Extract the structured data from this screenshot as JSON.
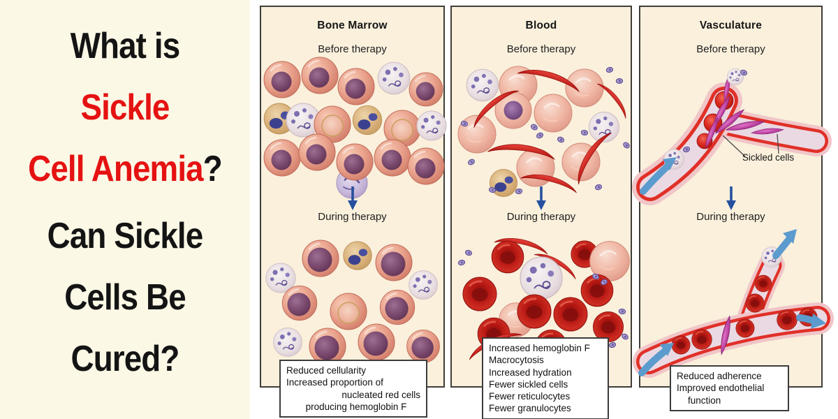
{
  "title_block": {
    "background": "#fcf8e6",
    "text_color": "#141414",
    "accent_color": "#e51212",
    "lines": [
      {
        "text": "What is"
      },
      {
        "text": "Sickle"
      },
      {
        "text": "Cell Anemia",
        "suffix": "?"
      },
      {
        "text": "Can Sickle"
      },
      {
        "text": "Cells Be"
      },
      {
        "text": "Cured?"
      }
    ]
  },
  "figure": {
    "panels": [
      {
        "title": "Bone Marrow",
        "before_label": "Before therapy",
        "during_label": "During therapy",
        "notes": [
          "Reduced cellularity",
          "Increased proportion of",
          "nucleated red cells",
          "producing hemoglobin F"
        ]
      },
      {
        "title": "Blood",
        "before_label": "Before therapy",
        "during_label": "During therapy",
        "notes": [
          "Increased hemoglobin F",
          "Macrocytosis",
          "Increased hydration",
          "Fewer sickled cells",
          "Fewer reticulocytes",
          "Fewer granulocytes"
        ]
      },
      {
        "title": "Vasculature",
        "before_label": "Before therapy",
        "during_label": "During therapy",
        "annotation": "Sickled cells",
        "notes": [
          "Reduced adherence",
          "Improved endothelial",
          "function"
        ]
      }
    ],
    "icons": {
      "down_arrow": "down-arrow-icon",
      "flow_arrow": "blood-flow-arrow-icon"
    },
    "colors": {
      "panel_background": "#faf0dc",
      "panel_border": "#3f3d37",
      "down_arrow_blue": "#26509e",
      "flow_arrow_blue": "#5b9bcd",
      "sickle_cell_red": "#c81513",
      "sickled_cell_magenta": "#b63a9d",
      "note_box_background": "#ffffff"
    }
  }
}
